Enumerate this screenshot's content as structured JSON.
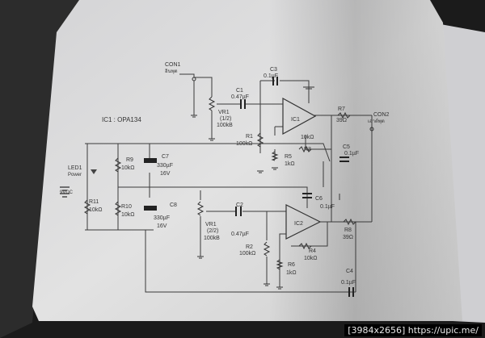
{
  "schematic": {
    "ic_note": "IC1 : OPA134",
    "con1": "CON1",
    "con1_sub": "อินพุต",
    "con2": "CON2",
    "con2_sub": "เอาต์พุต",
    "c1": "C1",
    "c1_val": "0.47µF",
    "c2": "C2",
    "c2_val": "0.47µF",
    "c3": "C3",
    "c3_val": "0.1µF",
    "c4": "C4",
    "c4_val": "0.1µF",
    "c5": "C5",
    "c5_val": "0.1µF",
    "c6": "C6",
    "c6_val": "0.1µF",
    "c7": "C7",
    "c7_val": "330µF",
    "c7_v": "16V",
    "c8": "C8",
    "c8_val": "330µF",
    "c8_v": "16V",
    "vr1a": "VR1",
    "vr1a_sub": "(1/2)",
    "vr1a_val": "100kB",
    "vr1b": "VR1",
    "vr1b_sub": "(2/2)",
    "vr1b_val": "100kB",
    "r1": "R1",
    "r1_val": "100kΩ",
    "r2": "R2",
    "r2_val": "100kΩ",
    "r3": "R3",
    "r3_val": "10kΩ",
    "r4": "R4",
    "r4_val": "10kΩ",
    "r5": "R5",
    "r5_val": "1kΩ",
    "r6": "R6",
    "r6_val": "1kΩ",
    "r7": "R7",
    "r7_val": "39Ω",
    "r8": "R8",
    "r8_val": "39Ω",
    "r9": "R9",
    "r9_val": "10kΩ",
    "r10": "R10",
    "r10_val": "10kΩ",
    "r11": "R11",
    "r11_val": "10kΩ",
    "led": "LED1",
    "led_sub": "Power",
    "vdc": "9VDC",
    "ic1": "IC1",
    "ic2": "IC2"
  },
  "watermark": "[3984x2656] https://upic.me/",
  "colors": {
    "background": "#1a1a1a",
    "page": "#dcdcdc",
    "ink": "#3a3a3a"
  }
}
